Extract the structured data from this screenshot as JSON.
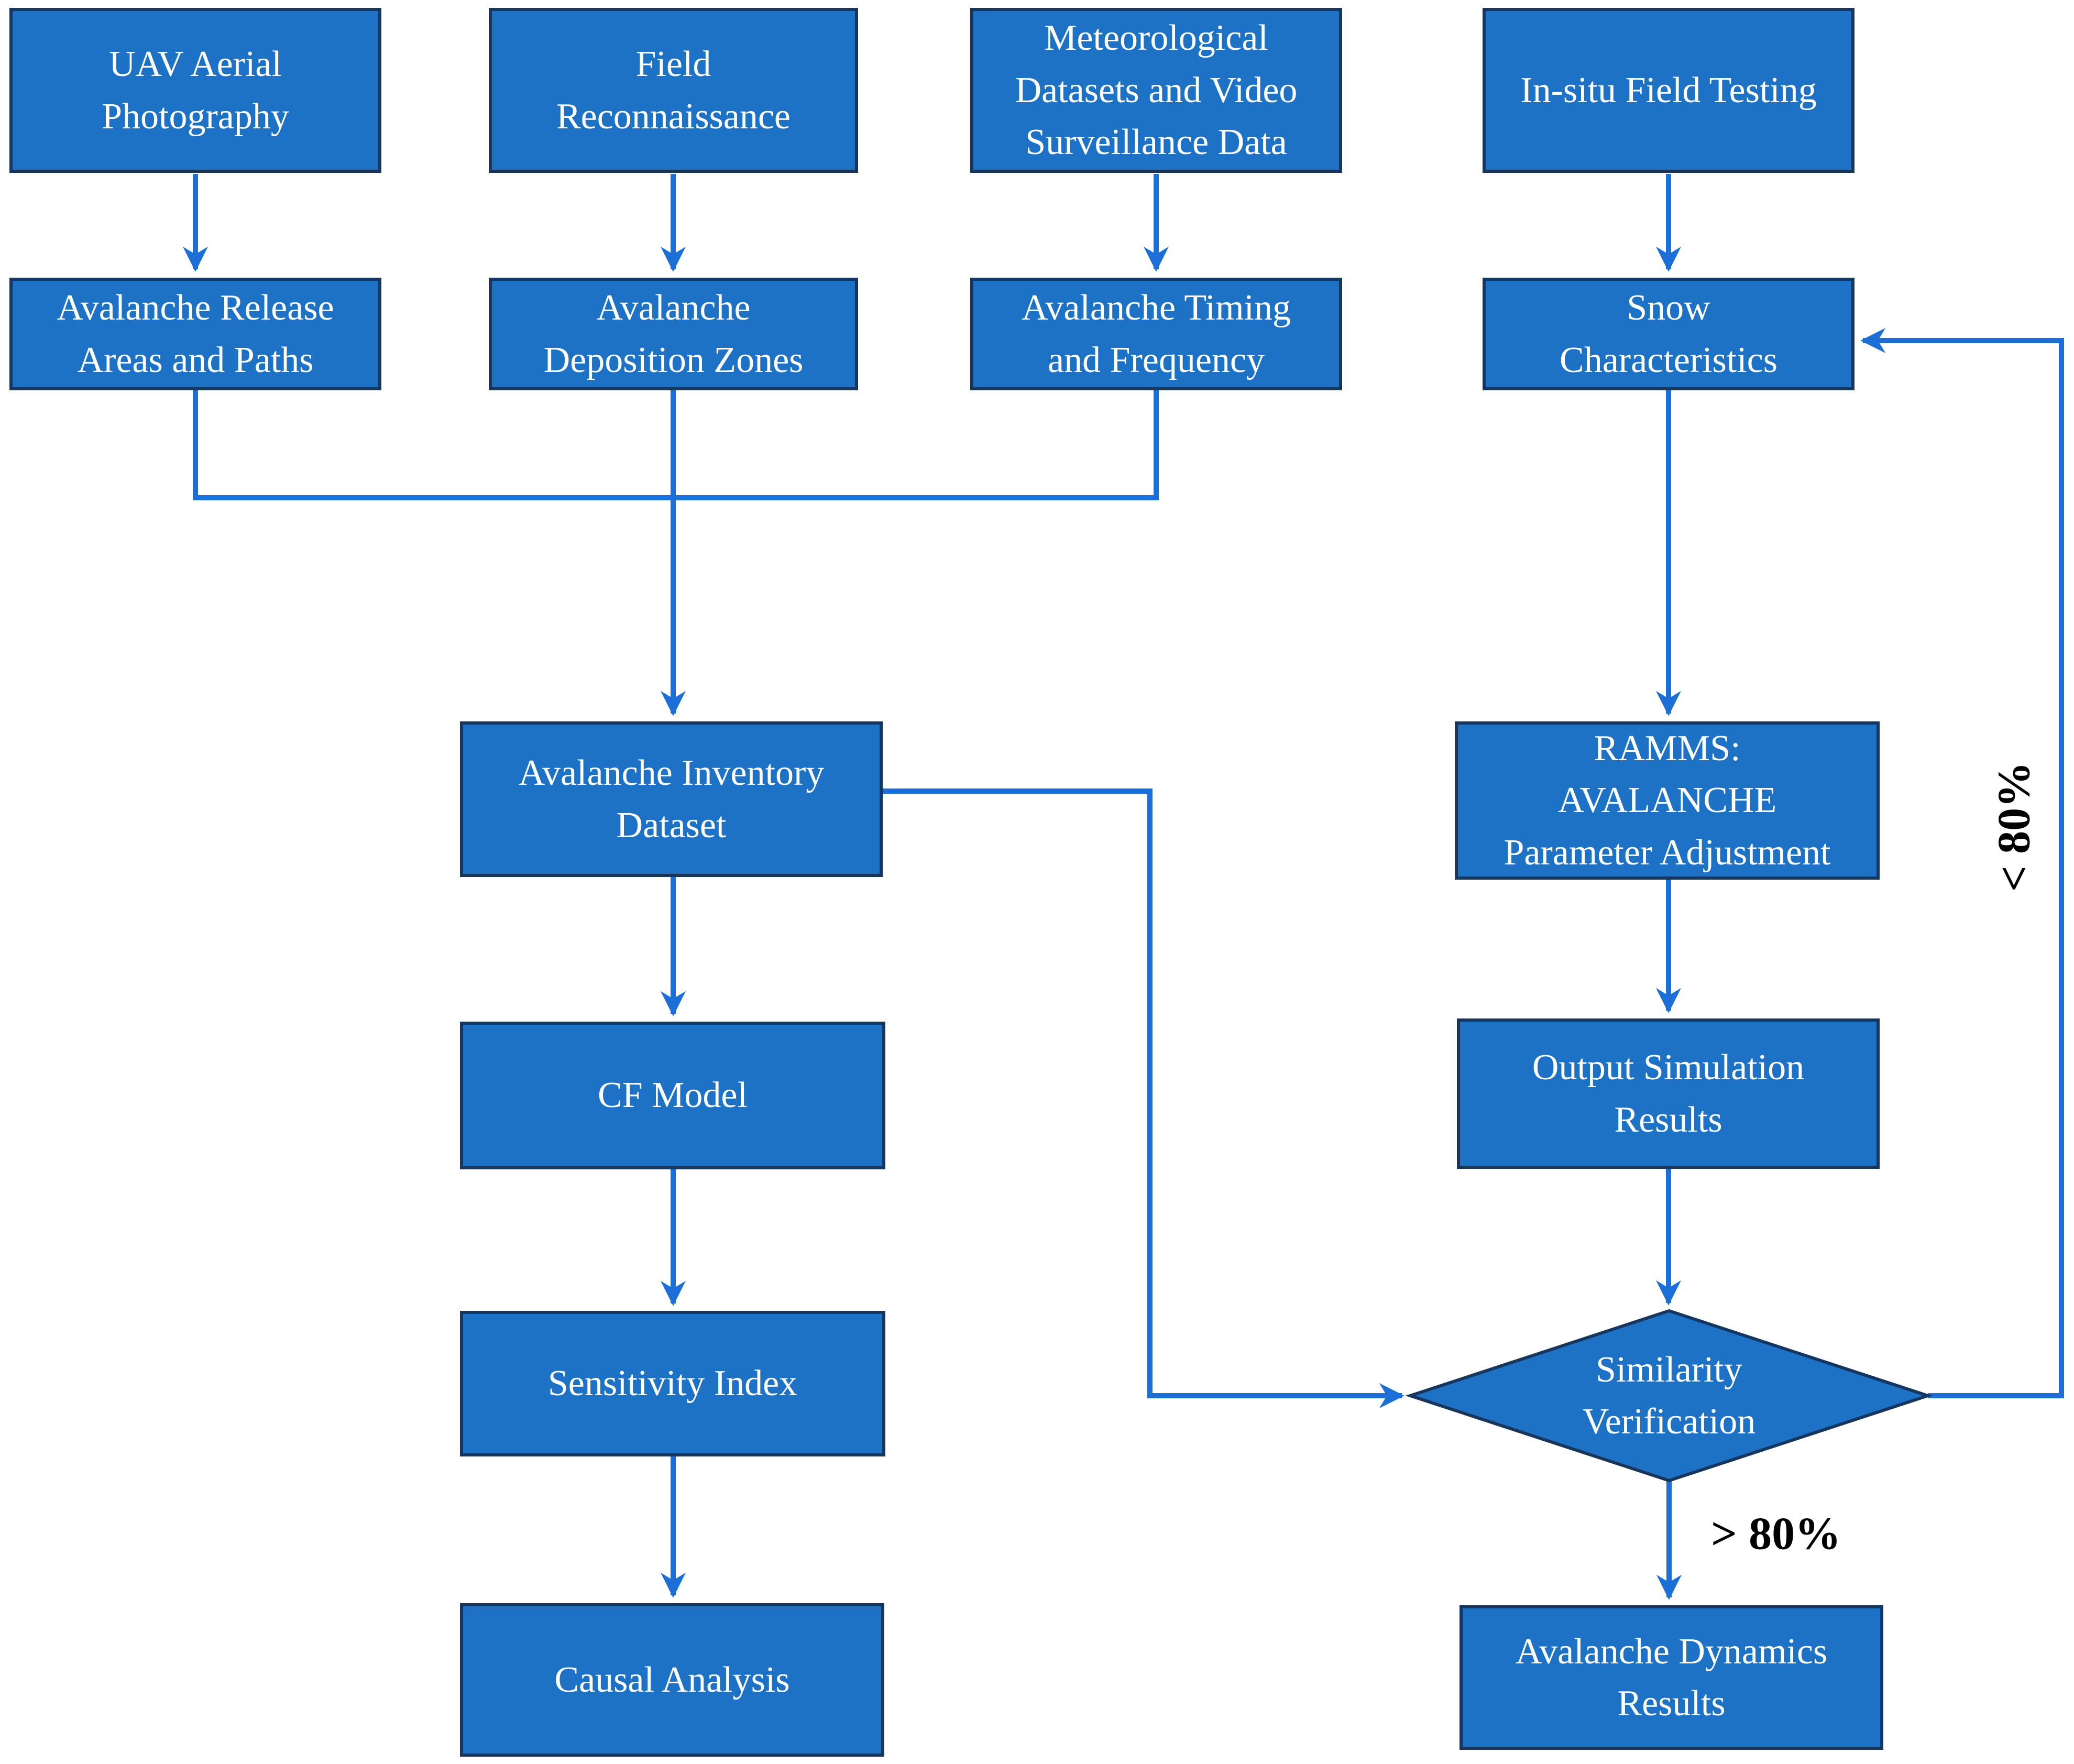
{
  "figure": {
    "type": "flowchart",
    "background": "#ffffff"
  },
  "colors": {
    "box_fill": "#1d72c6",
    "box_border": "#17365d",
    "connector": "#1b6fd6",
    "box_text": "#ffffff",
    "edge_label_text": "#000000"
  },
  "nodes": {
    "uav": {
      "label": "UAV Aerial\nPhotography",
      "shape": "rect"
    },
    "field_recon": {
      "label": "Field\nReconnaissance",
      "shape": "rect"
    },
    "meteo": {
      "label": "Meteorological\nDatasets and Video\nSurveillance Data",
      "shape": "rect"
    },
    "insitu": {
      "label": "In-situ Field Testing",
      "shape": "rect"
    },
    "release": {
      "label": "Avalanche Release\nAreas and Paths",
      "shape": "rect"
    },
    "deposition": {
      "label": "Avalanche\nDeposition Zones",
      "shape": "rect"
    },
    "timing": {
      "label": "Avalanche Timing\nand Frequency",
      "shape": "rect"
    },
    "snow": {
      "label": "Snow\nCharacteristics",
      "shape": "rect"
    },
    "inventory": {
      "label": "Avalanche Inventory\nDataset",
      "shape": "rect"
    },
    "ramms": {
      "label": "RAMMS:\nAVALANCHE\nParameter Adjustment",
      "shape": "rect"
    },
    "cf_model": {
      "label": "CF Model",
      "shape": "rect"
    },
    "output_sim": {
      "label": "Output Simulation\nResults",
      "shape": "rect"
    },
    "sensitivity": {
      "label": "Sensitivity Index",
      "shape": "rect"
    },
    "similarity": {
      "label": "Similarity\nVerification",
      "shape": "diamond"
    },
    "causal": {
      "label": "Causal Analysis",
      "shape": "rect"
    },
    "dynamics": {
      "label": "Avalanche Dynamics\nResults",
      "shape": "rect"
    }
  },
  "edge_labels": {
    "lt80": {
      "text": "< 80%",
      "orientation": "vertical"
    },
    "gt80": {
      "text": "> 80%",
      "orientation": "horizontal"
    }
  },
  "edges": [
    {
      "from": "uav",
      "to": "release"
    },
    {
      "from": "field_recon",
      "to": "deposition"
    },
    {
      "from": "meteo",
      "to": "timing"
    },
    {
      "from": "insitu",
      "to": "snow"
    },
    {
      "from": "release",
      "to": "inventory"
    },
    {
      "from": "deposition",
      "to": "inventory"
    },
    {
      "from": "timing",
      "to": "inventory"
    },
    {
      "from": "inventory",
      "to": "cf_model"
    },
    {
      "from": "cf_model",
      "to": "sensitivity"
    },
    {
      "from": "sensitivity",
      "to": "causal"
    },
    {
      "from": "inventory",
      "to": "similarity"
    },
    {
      "from": "snow",
      "to": "ramms"
    },
    {
      "from": "ramms",
      "to": "output_sim"
    },
    {
      "from": "output_sim",
      "to": "similarity"
    },
    {
      "from": "similarity",
      "to": "dynamics",
      "label": "> 80%"
    },
    {
      "from": "similarity",
      "to": "snow",
      "label": "< 80%"
    }
  ]
}
